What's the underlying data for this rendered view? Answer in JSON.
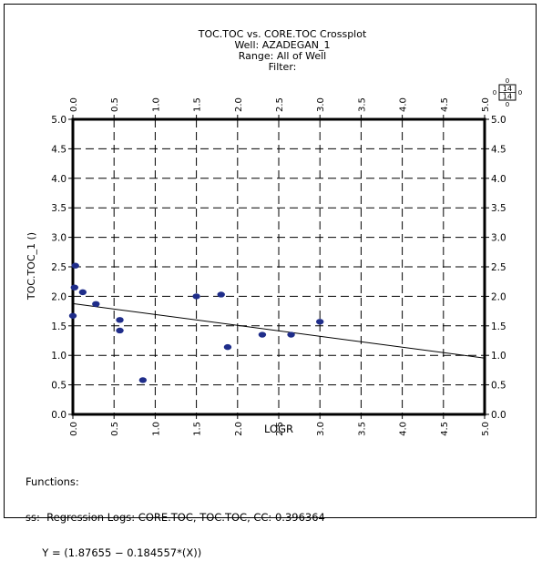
{
  "chart_data": {
    "type": "scatter",
    "title": "TOC.TOC vs. CORE.TOC Crossplot",
    "subtitle_lines": [
      "Well: AZADEGAN_1",
      "Range: All of Well",
      "Filter:"
    ],
    "xlabel": "LOGR",
    "ylabel": "TOC.TOC_1 ()",
    "xlim": [
      0.0,
      5.0
    ],
    "ylim": [
      0.0,
      5.0
    ],
    "x_ticks": [
      "0.0",
      "0.5",
      "1.0",
      "1.5",
      "2.0",
      "2.5",
      "3.0",
      "3.5",
      "4.0",
      "4.5",
      "5.0"
    ],
    "y_ticks": [
      "0.0",
      "0.5",
      "1.0",
      "1.5",
      "2.0",
      "2.5",
      "3.0",
      "3.5",
      "4.0",
      "4.5",
      "5.0"
    ],
    "grid": true,
    "grid_style": "dashed",
    "point_color": "#1f2d8a",
    "points": [
      {
        "x": 0.03,
        "y": 2.52
      },
      {
        "x": 0.02,
        "y": 2.15
      },
      {
        "x": 0.12,
        "y": 2.07
      },
      {
        "x": 0.28,
        "y": 1.87
      },
      {
        "x": 0.0,
        "y": 1.67
      },
      {
        "x": 0.57,
        "y": 1.6
      },
      {
        "x": 0.57,
        "y": 1.42
      },
      {
        "x": 0.85,
        "y": 0.58
      },
      {
        "x": 1.5,
        "y": 2.0
      },
      {
        "x": 1.8,
        "y": 2.03
      },
      {
        "x": 1.88,
        "y": 1.14
      },
      {
        "x": 2.3,
        "y": 1.35
      },
      {
        "x": 2.65,
        "y": 1.35
      },
      {
        "x": 3.0,
        "y": 1.57
      }
    ],
    "regression": {
      "intercept": 1.87655,
      "slope": -0.184557
    }
  },
  "scale_box": {
    "top": "0",
    "upper": "14",
    "lower": "14",
    "bottom": "0",
    "left": "0",
    "right": "0"
  },
  "functions": {
    "heading": "Functions:",
    "line1": "ss:  Regression Logs: CORE.TOC, TOC.TOC, CC: 0.396364",
    "line2": "     Y = (1.87655 − 0.184557*(X))"
  }
}
